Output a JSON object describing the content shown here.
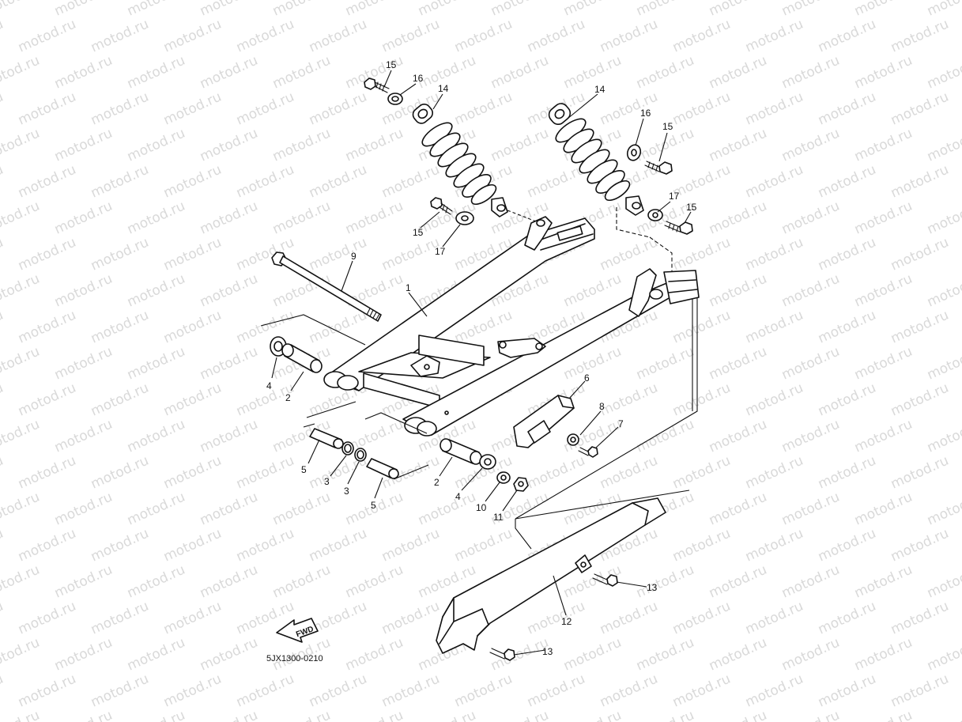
{
  "watermark": {
    "text": "motod.ru"
  },
  "diagram": {
    "code": "5JX1300-0210",
    "fwd_label": "FWD"
  },
  "callouts": [
    {
      "n": "15"
    },
    {
      "n": "16"
    },
    {
      "n": "14"
    },
    {
      "n": "14"
    },
    {
      "n": "16"
    },
    {
      "n": "15"
    },
    {
      "n": "15"
    },
    {
      "n": "17"
    },
    {
      "n": "17"
    },
    {
      "n": "15"
    },
    {
      "n": "9"
    },
    {
      "n": "1"
    },
    {
      "n": "4"
    },
    {
      "n": "2"
    },
    {
      "n": "6"
    },
    {
      "n": "8"
    },
    {
      "n": "7"
    },
    {
      "n": "5"
    },
    {
      "n": "3"
    },
    {
      "n": "3"
    },
    {
      "n": "5"
    },
    {
      "n": "2"
    },
    {
      "n": "4"
    },
    {
      "n": "10"
    },
    {
      "n": "11"
    },
    {
      "n": "13"
    },
    {
      "n": "12"
    },
    {
      "n": "13"
    }
  ]
}
